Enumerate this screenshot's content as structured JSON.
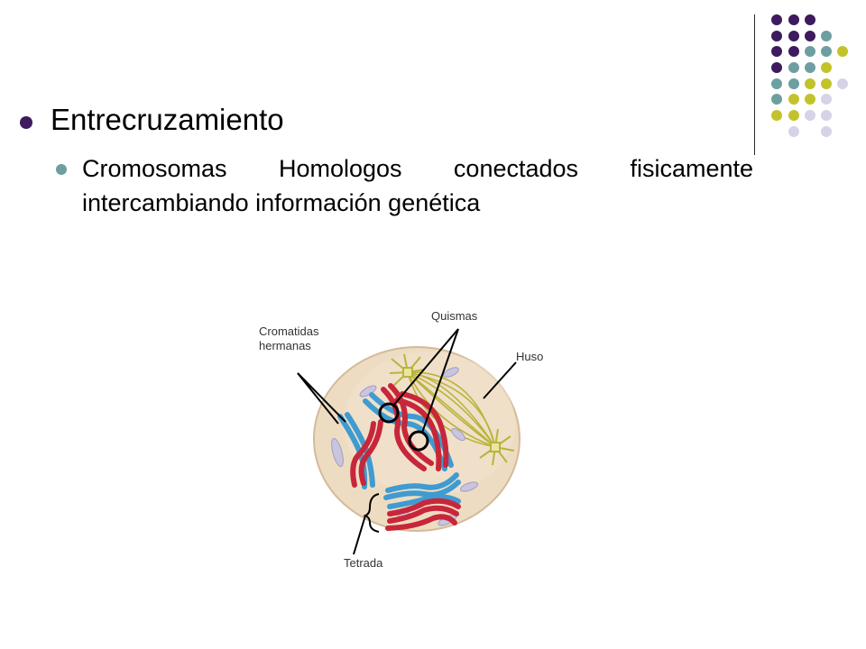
{
  "slide": {
    "title": "Entrecruzamiento",
    "subpoint": "Cromosomas Homologos conectados fisicamente intercambiando información genética"
  },
  "figure": {
    "labels": {
      "cromatidas": "Cromatidas\nhermanas",
      "quismas": "Quismas",
      "huso": "Huso",
      "tetrada": "Tetrada"
    }
  },
  "colors": {
    "dark_purple": "#3e1a5e",
    "teal": "#6e9fa0",
    "olive": "#c2c32a",
    "lavender": "#d6d3e8",
    "chromosome_red": "#c8263a",
    "chromosome_blue": "#3f9bd0",
    "cell": "#eedcc2",
    "spindle": "#b9b43c"
  }
}
